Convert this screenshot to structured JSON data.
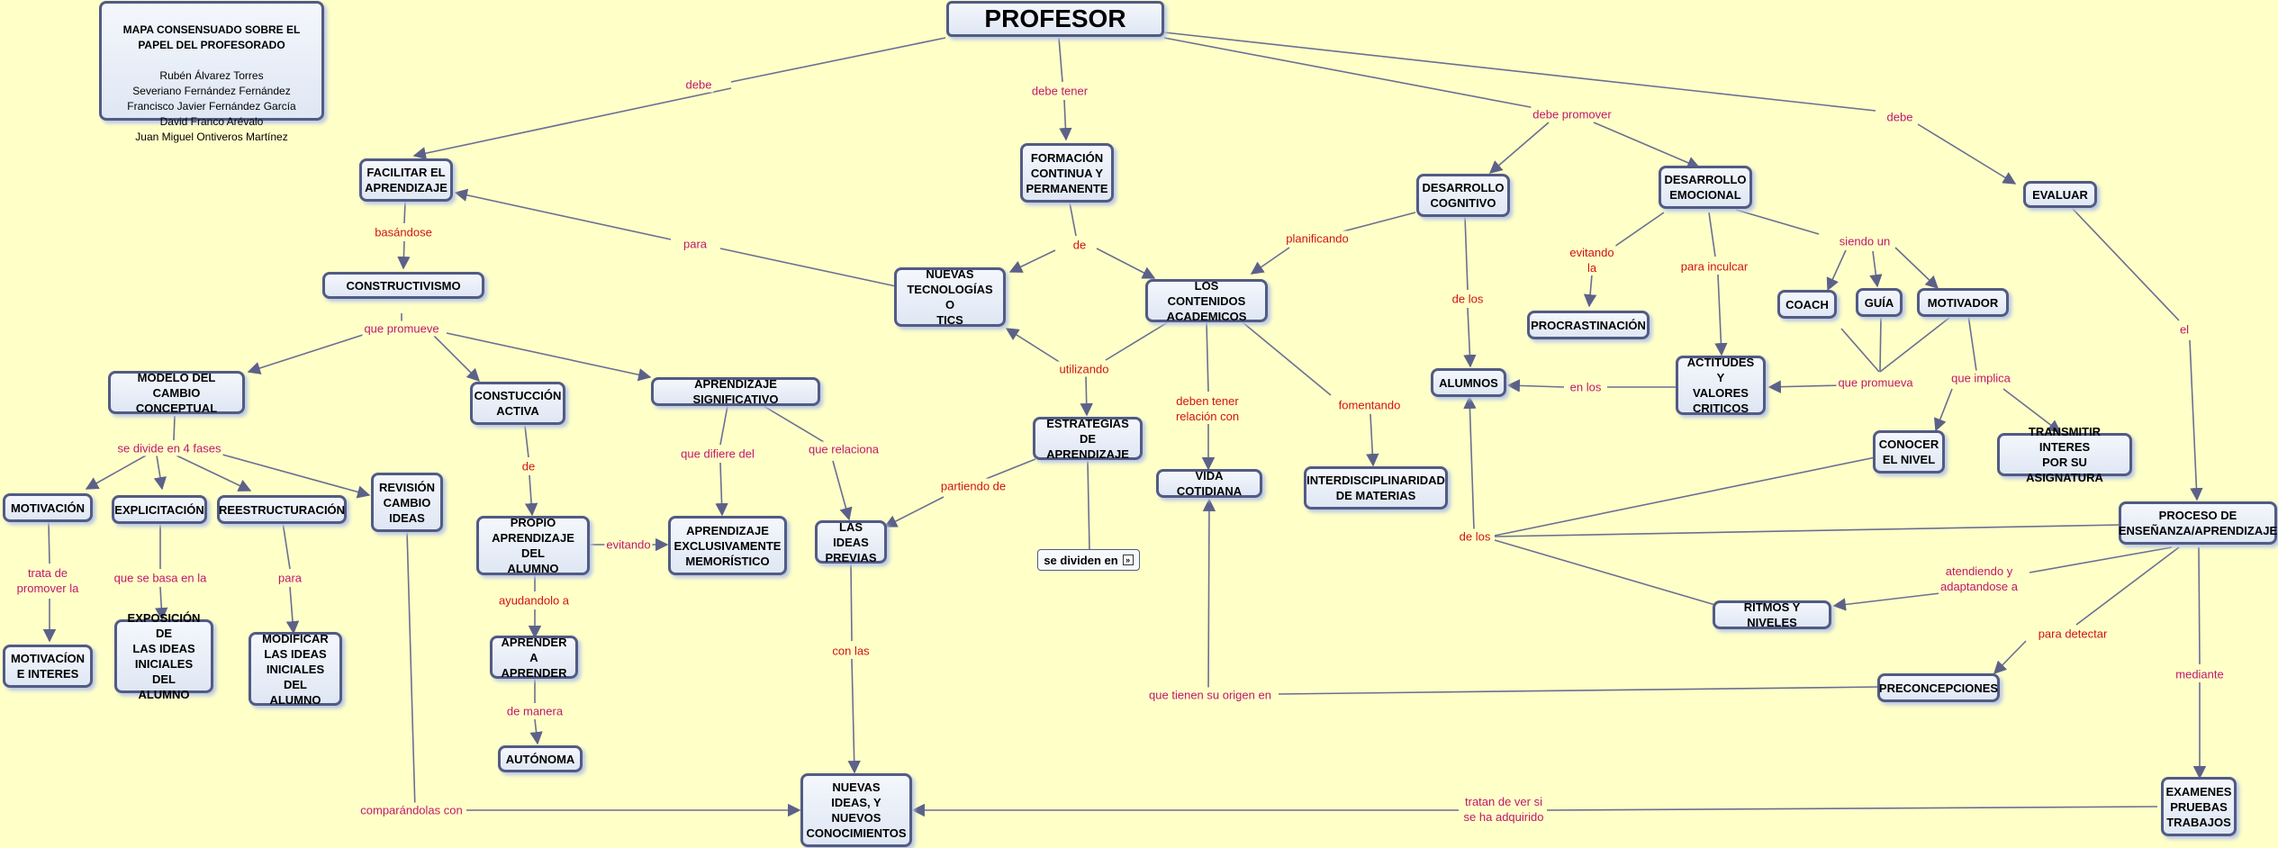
{
  "credits": {
    "heading": "MAPA CONSENSUADO SOBRE EL PAPEL DEL PROFESORADO",
    "authors": "Rubén Álvarez Torres\nSeveriano Fernández Fernández\nFrancisco Javier Fernández García\nDavid Franco Arévalo\nJuan Miguel Ontiveros Martínez"
  },
  "nodes": {
    "profesor": "PROFESOR",
    "facilitar": "FACILITAR EL\nAPRENDIZAJE",
    "formacion": "FORMACIÓN\nCONTINUA Y\nPERMANENTE",
    "cognitivo": "DESARROLLO\nCOGNITIVO",
    "emocional": "DESARROLLO\nEMOCIONAL",
    "evaluar": "EVALUAR",
    "constructivismo": "CONSTRUCTIVISMO",
    "tics": "NUEVAS\nTECNOLOGÍAS O\nTICS",
    "contenidos": "LOS CONTENIDOS\nACADEMICOS",
    "procrastinacion": "PROCRASTINACIÓN",
    "coach": "COACH",
    "guia": "GUÍA",
    "motivador": "MOTIVADOR",
    "modelo": "MODELO DEL\nCAMBIO CONCEPTUAL",
    "construccion": "CONSTUCCIÓN\nACTIVA",
    "significativo": "APRENDIZAJE SIGNIFICATIVO",
    "alumnos": "ALUMNOS",
    "actitudes": "ACTITUDES Y\nVALORES\nCRITICOS",
    "estrategias": "ESTRATEGIAS\nDE APRENDIZAJE",
    "conocer": "CONOCER\nEL NIVEL",
    "transmitir": "TRANSMITIR INTERES\nPOR SU ASIGNATURA",
    "motivacion": "MOTIVACIÓN",
    "explicitacion": "EXPLICITACIÓN",
    "reestructuracion": "REESTRUCTURACIÓN",
    "revision": "REVISIÓN\nCAMBIO\nIDEAS",
    "vida": "VIDA COTIDIANA",
    "interdisciplinaridad": "INTERDISCIPLINARIDAD\nDE MATERIAS",
    "propio": "PROPIO\nAPRENDIZAJE DEL\nALUMNO",
    "memoristico": "APRENDIZAJE\nEXCLUSIVAMENTE\nMEMORÍSTICO",
    "ideasprevias": "LAS IDEAS\nPREVIAS",
    "sedividen": "se dividen en",
    "proceso": "PROCESO DE\nENSEÑANZA/APRENDIZAJE",
    "ritmos": "RITMOS Y NIVELES",
    "exposicion": "EXPOSICIÓN DE\nLAS IDEAS\nINICIALES DEL\nALUMNO",
    "modificar": "MODIFICAR\nLAS IDEAS\nINICIALES DEL\nALUMNO",
    "motivacioninteres": "MOTIVACÍON\nE INTERES",
    "aprender": "APRENDER A\nAPRENDER",
    "preconcepciones": "PRECONCEPCIONES",
    "autonoma": "AUTÓNOMA",
    "nuevasideas": "NUEVAS\nIDEAS, Y\nNUEVOS\nCONOCIMIENTOS",
    "examenes": "EXAMENES\nPRUEBAS\nTRABAJOS"
  },
  "labels": {
    "debe1": "debe",
    "debetener": "debe tener",
    "debepromover": "debe promover",
    "debe2": "debe",
    "basandose": "basándose",
    "para1": "para",
    "de1": "de",
    "planificando": "planificando",
    "evitandola": "evitando\nla",
    "paraincular": "para inculcar",
    "siendoun": "siendo  un",
    "el": "el",
    "quepromueve1": "que promueve",
    "utilizando": "utilizando",
    "debentener": "deben tener\nrelación con",
    "fomentando": "fomentando",
    "delos1": "de los",
    "enlos": "en los",
    "quepromueva": "que promueva",
    "queimplica": "que implica",
    "sedivide": "se divide en 4 fases",
    "de2": "de",
    "quedifiere": "que difiere del",
    "querelaciona": "que relaciona",
    "partiendo": "partiendo de",
    "tratade": "trata de\npromover la",
    "quesebasa": "que se basa en la",
    "para2": "para",
    "evitando": "evitando",
    "delos2": "de los",
    "atendiendo": "atendiendo y\nadaptandose a",
    "ayudandolo": "ayudandolo a",
    "conlas": "con las",
    "paradetectar": "para detectar",
    "mediante": "mediante",
    "demanera": "de manera",
    "quetienen": "que tienen su origen en",
    "comparandolas": "comparándolas  con",
    "tratande": "tratan de ver si\nse ha adquirido"
  },
  "colors": {
    "background": "#ffffc8",
    "node_border": "#525b84",
    "edge": "#6a6f93",
    "label_magenta": "#c0186c",
    "label_red": "#d11313"
  }
}
